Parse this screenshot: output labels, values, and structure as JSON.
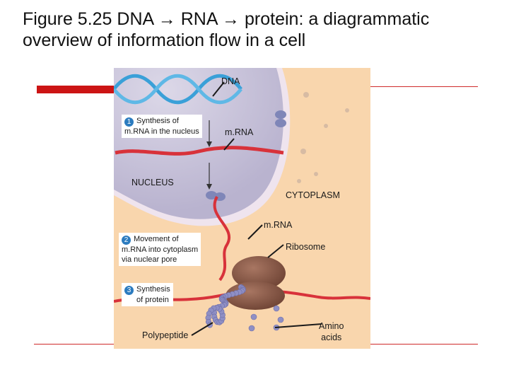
{
  "slide": {
    "title_line1": "Figure 5.25 DNA → RNA → protein: a diagrammatic",
    "title_line2": "overview of information flow in a cell"
  },
  "figure": {
    "labels": {
      "dna": "DNA",
      "mrna_top": "m.RNA",
      "nucleus": "NUCLEUS",
      "cytoplasm": "CYTOPLASM",
      "mrna_mid": "m.RNA",
      "ribosome": "Ribosome",
      "polypeptide": "Polypeptide",
      "amino_line1": "Amino",
      "amino_line2": "acids"
    },
    "steps": [
      {
        "number": "1",
        "line1": "Synthesis of",
        "line2": "m.RNA in the nucleus"
      },
      {
        "number": "2",
        "line1": "Movement of",
        "line2": "m.RNA into cytoplasm",
        "line3": "via nuclear pore"
      },
      {
        "number": "3",
        "line1": "Synthesis",
        "line2": "of protein"
      }
    ]
  },
  "colors": {
    "accent_bar": "#cc1414",
    "cytoplasm": "#f9d6ad",
    "nucleus": "#cdc8dc",
    "dna": "#3aa0d8",
    "mrna": "#d8323a",
    "ribosome": "#8a5a48",
    "amino_acid": "#8f8fc4",
    "step_badge": "#2b7bbf"
  }
}
